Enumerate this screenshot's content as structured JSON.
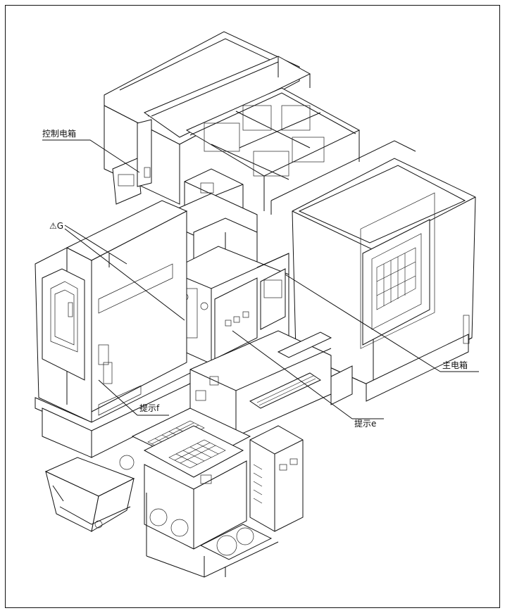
{
  "labels": {
    "control_box": "控制电箱",
    "warning_g": "⚠G",
    "main_box": "主电箱",
    "note_f": "提示f",
    "note_e": "提示e"
  },
  "colors": {
    "line": "#111111",
    "background": "#ffffff"
  }
}
